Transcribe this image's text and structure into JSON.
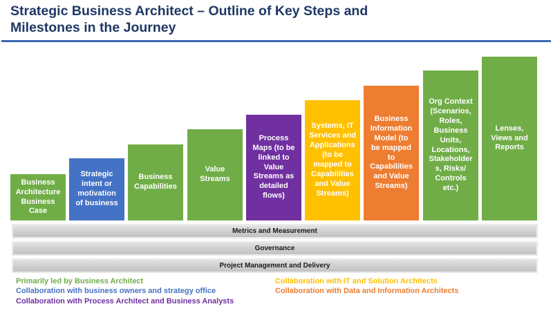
{
  "title": "Strategic Business Architect – Outline of Key Steps and\nMilestones in the Journey",
  "colors": {
    "title_text": "#1F3864",
    "title_rule": "#3A66B0",
    "green": "#70AD47",
    "blue": "#4472C4",
    "purple": "#7030A0",
    "gold": "#FFC000",
    "orange": "#ED7D31"
  },
  "steps": [
    {
      "label": "Business\nArchitecture\nBusiness\nCase",
      "color": "#70AD47"
    },
    {
      "label": "Strategic\nintent or\nmotivation\nof business",
      "color": "#4472C4"
    },
    {
      "label": "Business\nCapabilities",
      "color": "#70AD47"
    },
    {
      "label": "Value\nStreams",
      "color": "#70AD47"
    },
    {
      "label": "Process\nMaps (to be\nlinked to\nValue\nStreams as\ndetailed\nflows)",
      "color": "#7030A0"
    },
    {
      "label": "Systems, IT\nServices and\nApplications\n(to be\nmapped to\nCapabilities\nand Value\nStreams)",
      "color": "#FFC000"
    },
    {
      "label": "Business\nInformation\nModel (to\nbe mapped\nto\nCapabilities\nand Value\nStreams)",
      "color": "#ED7D31"
    },
    {
      "label": "Org Context\n(Scenarios,\nRoles,\nBusiness\nUnits,\nLocations,\nStakeholder\ns, Risks/\nControls\netc.)",
      "color": "#70AD47"
    },
    {
      "label": "Lenses,\nViews and\nReports",
      "color": "#70AD47"
    }
  ],
  "bars": [
    {
      "label": "Metrics and Measurement"
    },
    {
      "label": "Governance"
    },
    {
      "label": "Project Management and Delivery"
    }
  ],
  "legend": {
    "left": [
      {
        "text": "Primarily led by Business Architect",
        "color": "#70AD47"
      },
      {
        "text": "Collaboration with business owners and strategy office",
        "color": "#4472C4"
      },
      {
        "text": "Collaboration with Process Architect and Business Analysts",
        "color": "#7030A0"
      }
    ],
    "right": [
      {
        "text": "Collaboration with IT and Solution Architects",
        "color": "#FFC000"
      },
      {
        "text": "Collaboration with Data and Information Architects",
        "color": "#ED7D31"
      }
    ]
  }
}
